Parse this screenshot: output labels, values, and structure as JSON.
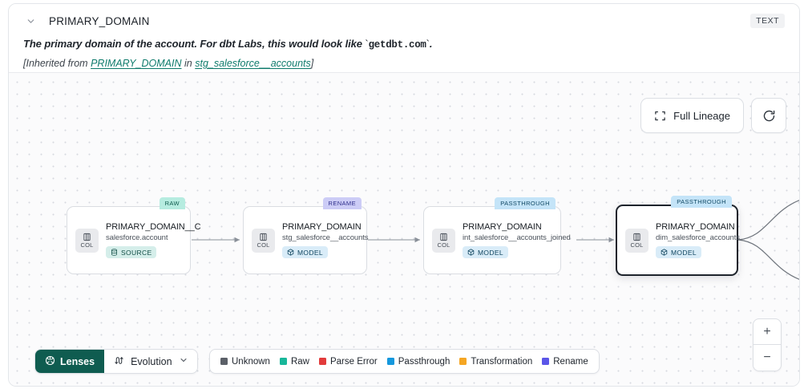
{
  "header": {
    "collapse_icon": "chevron-down-icon",
    "title": "PRIMARY_DOMAIN",
    "type_badge": "TEXT",
    "description_prefix": "The primary domain of the account. For dbt Labs, this would look like ",
    "description_code": "getdbt.com",
    "description_suffix": ".",
    "backtick": "`",
    "inherit_open": "[Inherited from ",
    "inherit_link_1": "PRIMARY_DOMAIN",
    "inherit_mid": " in ",
    "inherit_link_2": "stg_salesforce__accounts",
    "inherit_close": "]"
  },
  "canvas": {
    "full_lineage_label": "Full Lineage",
    "full_lineage_icon": "expand-icon",
    "refresh_icon": "refresh-icon",
    "zoom_in_label": "+",
    "zoom_out_label": "−"
  },
  "nodes": [
    {
      "col_label": "COL",
      "name": "PRIMARY_DOMAIN__C",
      "path": "salesforce.account",
      "kind": "SOURCE",
      "kind_icon": "database-icon",
      "tag": "RAW",
      "selected": false
    },
    {
      "col_label": "COL",
      "name": "PRIMARY_DOMAIN",
      "path": "stg_salesforce__accounts",
      "kind": "MODEL",
      "kind_icon": "cube-icon",
      "tag": "RENAME",
      "selected": false
    },
    {
      "col_label": "COL",
      "name": "PRIMARY_DOMAIN",
      "path": "int_salesforce__accounts_joined",
      "kind": "MODEL",
      "kind_icon": "cube-icon",
      "tag": "PASSTHROUGH",
      "selected": false
    },
    {
      "col_label": "COL",
      "name": "PRIMARY_DOMAIN",
      "path": "dim_salesforce_accounts",
      "kind": "MODEL",
      "kind_icon": "cube-icon",
      "tag": "PASSTHROUGH",
      "selected": true
    }
  ],
  "toolbar": {
    "lenses_label": "Lenses",
    "lenses_icon": "aperture-icon",
    "evolution_label": "Evolution",
    "evolution_icon": "transform-icon",
    "evolution_chevron": "chevron-down-icon"
  },
  "legend": [
    {
      "label": "Unknown",
      "color": "#5b6068"
    },
    {
      "label": "Raw",
      "color": "#18b79a"
    },
    {
      "label": "Parse Error",
      "color": "#e23b3b"
    },
    {
      "label": "Passthrough",
      "color": "#1598dd"
    },
    {
      "label": "Transformation",
      "color": "#f5a623"
    },
    {
      "label": "Rename",
      "color": "#5b56e8"
    }
  ],
  "colors": {
    "accent": "#0f5c50",
    "link": "#0f7b6c",
    "canvas_bg": "#fbfbfc",
    "edge": "#8a9099"
  }
}
